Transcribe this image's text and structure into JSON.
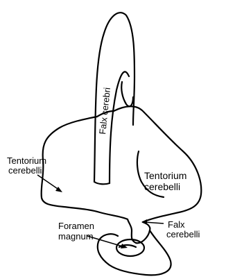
{
  "labels": {
    "falx_cerebri": "Falx cerebri",
    "tentorium_left_1": "Tentorium",
    "tentorium_left_2": "cerebelli",
    "tentorium_right_1": "Tentorium",
    "tentorium_right_2": "cerebelli",
    "foramen_1": "Foramen",
    "foramen_2": "magnum",
    "falx_cerebelli_1": "Falx",
    "falx_cerebelli_2": "cerebelli"
  }
}
